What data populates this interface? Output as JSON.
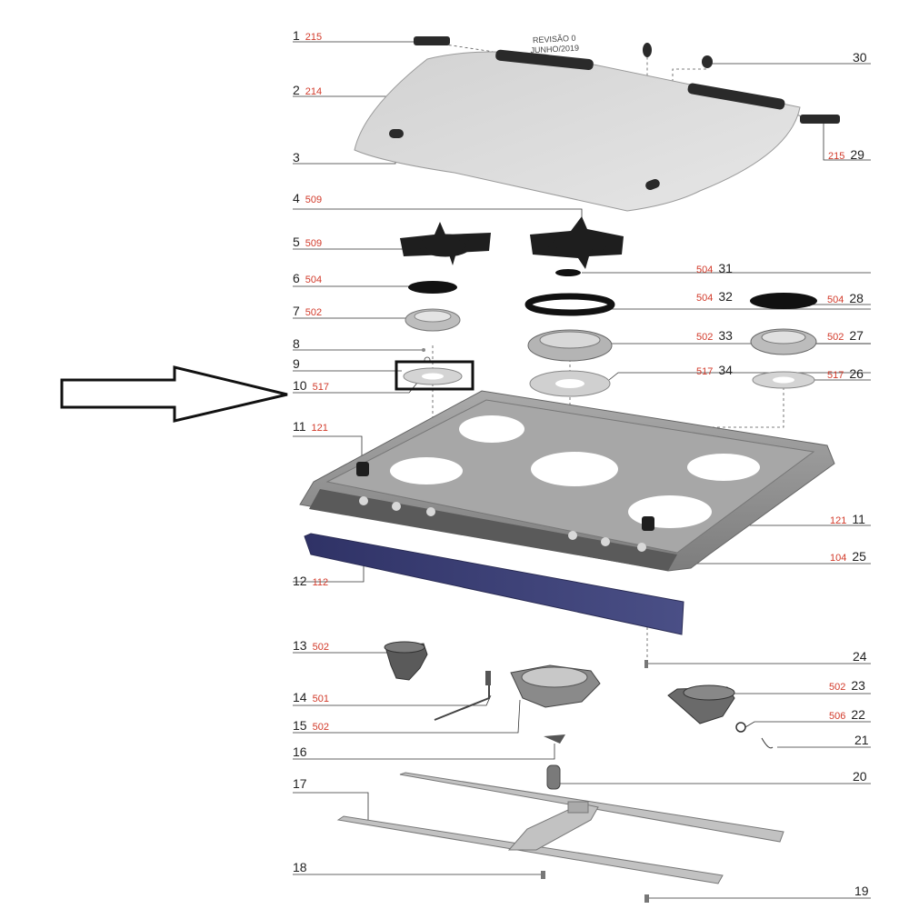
{
  "revision": {
    "line1": "REVISÃO 0",
    "line2": "JUNHO/2019"
  },
  "colors": {
    "code_red": "#d23a2a",
    "part_dark": "#222222",
    "glass": "#d9d9d9",
    "frame": "#8f8f8f",
    "trim_blue": "#3b3f73"
  },
  "callouts": {
    "c1": {
      "num": "1",
      "code": "215"
    },
    "c2": {
      "num": "2",
      "code": "214"
    },
    "c3": {
      "num": "3",
      "code": ""
    },
    "c4": {
      "num": "4",
      "code": "509"
    },
    "c5": {
      "num": "5",
      "code": "509"
    },
    "c6": {
      "num": "6",
      "code": "504"
    },
    "c7": {
      "num": "7",
      "code": "502"
    },
    "c8": {
      "num": "8",
      "code": ""
    },
    "c9": {
      "num": "9",
      "code": ""
    },
    "c10": {
      "num": "10",
      "code": "517"
    },
    "c11a": {
      "num": "11",
      "code": "121"
    },
    "c12": {
      "num": "12",
      "code": "112"
    },
    "c13": {
      "num": "13",
      "code": "502"
    },
    "c14": {
      "num": "14",
      "code": "501"
    },
    "c15": {
      "num": "15",
      "code": "502"
    },
    "c16": {
      "num": "16",
      "code": ""
    },
    "c17": {
      "num": "17",
      "code": ""
    },
    "c18": {
      "num": "18",
      "code": ""
    },
    "c19": {
      "num": "19",
      "code": ""
    },
    "c20": {
      "num": "20",
      "code": ""
    },
    "c21": {
      "num": "21",
      "code": ""
    },
    "c22": {
      "num": "22",
      "code": "506"
    },
    "c23": {
      "num": "23",
      "code": "502"
    },
    "c24": {
      "num": "24",
      "code": ""
    },
    "c25": {
      "num": "25",
      "code": "104"
    },
    "c11b": {
      "num": "11",
      "code": "121"
    },
    "c26": {
      "num": "26",
      "code": "517"
    },
    "c27": {
      "num": "27",
      "code": "502"
    },
    "c28": {
      "num": "28",
      "code": "504"
    },
    "c29": {
      "num": "29",
      "code": "215"
    },
    "c30": {
      "num": "30",
      "code": ""
    },
    "c31": {
      "num": "31",
      "code": "504"
    },
    "c32": {
      "num": "32",
      "code": "504"
    },
    "c33": {
      "num": "33",
      "code": "502"
    },
    "c34": {
      "num": "34",
      "code": "517"
    }
  }
}
